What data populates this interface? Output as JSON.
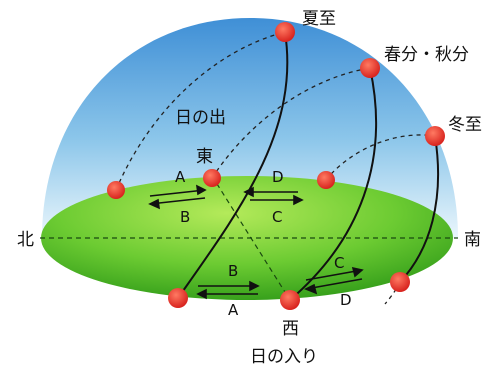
{
  "labels": {
    "summer_solstice": "夏至",
    "equinox": "春分・秋分",
    "winter_solstice": "冬至",
    "sunrise": "日の出",
    "east": "東",
    "north": "北",
    "south": "南",
    "west": "西",
    "sunset": "日の入り"
  },
  "arrow_labels": {
    "east_left_top": "A",
    "east_left_bottom": "B",
    "east_right_top": "D",
    "east_right_bottom": "C",
    "west_left_top": "B",
    "west_left_bottom": "A",
    "west_right_top": "C",
    "west_right_bottom": "D"
  },
  "colors": {
    "sky_top": "#3f8fd6",
    "sky_bottom": "#e6f4fb",
    "ground_light": "#a6e24d",
    "ground_dark": "#3aa71a",
    "sun": "#e8322c",
    "path": "#111111"
  }
}
